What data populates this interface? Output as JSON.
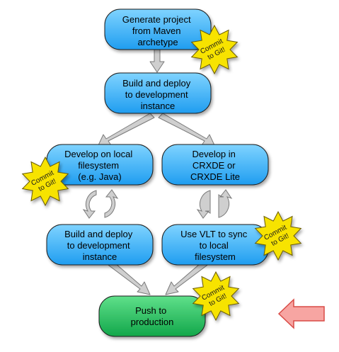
{
  "colors": {
    "node_fill_top": "#7fd3ff",
    "node_fill_bottom": "#1f9df0",
    "node_stroke": "#1c1c1c",
    "final_fill_top": "#5fe08a",
    "final_fill_bottom": "#12a64a",
    "star_fill": "#f7e300",
    "star_stroke": "#6b5c00",
    "arrow_gray": "#cfcfcf",
    "arrow_gray_stroke": "#7a7a7a",
    "red_arrow_fill": "#f7a5a2",
    "red_arrow_stroke": "#d94b46"
  },
  "nodes": [
    {
      "id": "generate",
      "lines": [
        "Generate project",
        "from Maven",
        "archetype"
      ]
    },
    {
      "id": "build-1",
      "lines": [
        "Build and deploy",
        "to development",
        "instance"
      ]
    },
    {
      "id": "develop-local",
      "lines": [
        "Develop on local",
        "filesystem",
        "(e.g. Java)"
      ]
    },
    {
      "id": "develop-crxde",
      "lines": [
        "Develop in",
        "CRXDE or",
        "CRXDE Lite"
      ]
    },
    {
      "id": "build-2",
      "lines": [
        "Build and deploy",
        "to development",
        "instance"
      ]
    },
    {
      "id": "vlt-sync",
      "lines": [
        "Use VLT to sync",
        "to local",
        "filesystem"
      ]
    },
    {
      "id": "push",
      "lines": [
        "Push to",
        "production"
      ]
    }
  ],
  "stars": [
    {
      "id": "star-1",
      "lines": [
        "Commit",
        "to Git!"
      ]
    },
    {
      "id": "star-2",
      "lines": [
        "Commit",
        "to Git!"
      ]
    },
    {
      "id": "star-3",
      "lines": [
        "Commit",
        "to Git!"
      ]
    },
    {
      "id": "star-4",
      "lines": [
        "Commit",
        "to Git!"
      ]
    }
  ],
  "icons": {
    "cycle": "refresh-cycle-icon",
    "pointer": "left-arrow-icon",
    "star": "starburst-badge"
  }
}
